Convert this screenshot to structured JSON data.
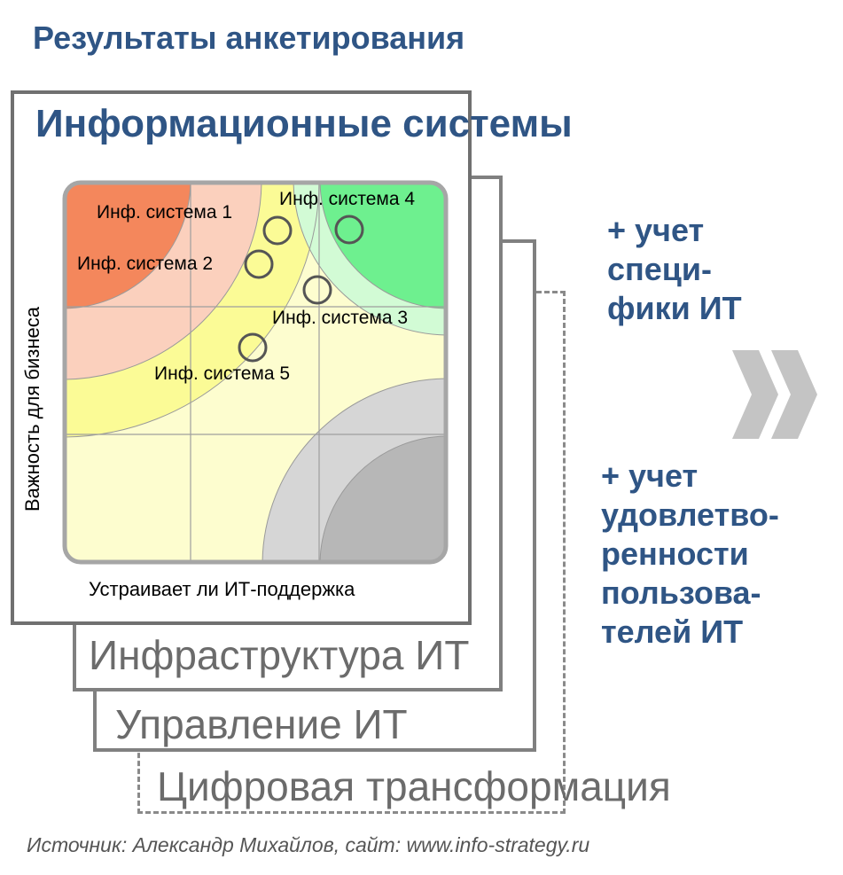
{
  "title": "Результаты анкетирования",
  "cards": {
    "main": "Информационные системы",
    "infrastructure": "Инфраструктура ИТ",
    "management": "Управление ИТ",
    "digital": "Цифровая трансформация"
  },
  "chart": {
    "y_label": "Важность  для бизнеса",
    "x_label": "Устраивает ли ИТ-поддержка",
    "systems": [
      {
        "label": "Инф. система 1"
      },
      {
        "label": "Инф. система 2"
      },
      {
        "label": "Инф. система 3"
      },
      {
        "label": "Инф. система 4"
      },
      {
        "label": "Инф. система 5"
      }
    ]
  },
  "notes": {
    "note1": [
      "+ учет",
      "специ-",
      "фики ИТ"
    ],
    "note2": [
      "+ учет",
      "удовлетво-",
      "ренности",
      "пользова-",
      "телей ИТ"
    ]
  },
  "source": "Источник: Александр Михайлов, сайт: www.info-strategy.ru",
  "colors": {
    "title": "#2f5585",
    "zone_red": "#f4875c",
    "zone_pink": "#fbd0bd",
    "zone_yellow": "#fbfb96",
    "zone_light_yellow": "#fdfdcf",
    "zone_green": "#6ef08f",
    "zone_light_green": "#d2fbd5",
    "zone_gray": "#d6d6d6",
    "zone_dark_gray": "#b7b7b7"
  }
}
